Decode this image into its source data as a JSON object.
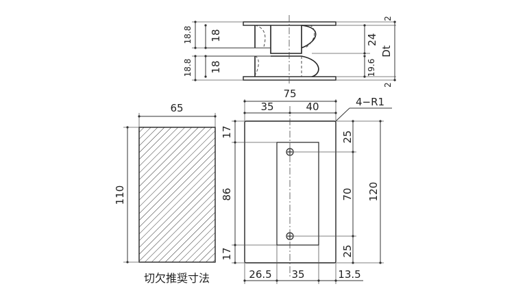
{
  "side_view": {
    "dims": {
      "top_gap_outer": "18.8",
      "top_gap_inner": "18",
      "bottom_gap_outer": "18.8",
      "bottom_gap_inner": "18",
      "plate_thickness_top": "2",
      "plate_thickness_bottom": "2",
      "upper_height": "24",
      "lower_height": "19.6",
      "total_label": "Dt"
    }
  },
  "cutout_view": {
    "width": "65",
    "height": "110",
    "caption": "切欠推奨寸法"
  },
  "front_view": {
    "total_width": "75",
    "left_width": "35",
    "right_width": "40",
    "corner_note": "4−R1",
    "top_margin": "17",
    "middle_height": "86",
    "bottom_margin": "17",
    "upper_offset": "25",
    "hole_pitch": "70",
    "lower_offset": "25",
    "total_height": "120",
    "bottom_left": "26.5",
    "bottom_mid": "35",
    "bottom_right": "13.5"
  }
}
